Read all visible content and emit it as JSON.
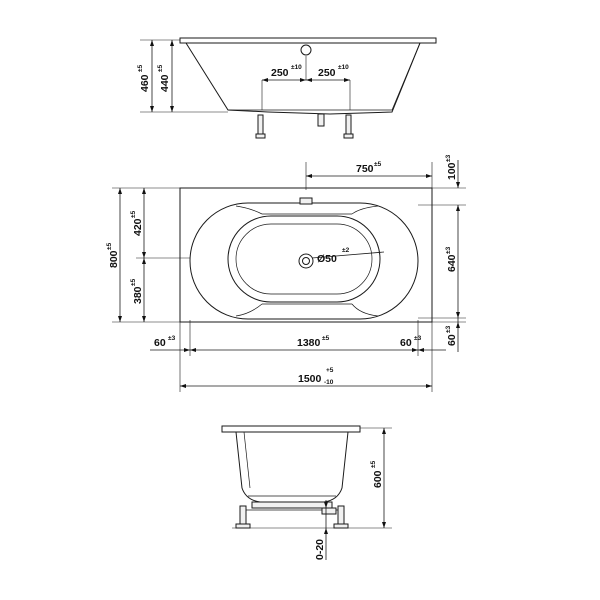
{
  "top_view": {
    "height_total": "460",
    "height_total_tol": "±5",
    "height_rim": "440",
    "height_rim_tol": "±5",
    "drain_offset_left": "250",
    "drain_offset_left_tol": "±10",
    "drain_offset_right": "250",
    "drain_offset_right_tol": "±10"
  },
  "plan_view": {
    "offset_center": "750",
    "offset_center_tol": "±5",
    "edge_top": "100",
    "edge_top_tol": "±3",
    "width_total": "800",
    "width_total_tol": "±5",
    "upper_half": "420",
    "upper_half_tol": "±5",
    "lower_half": "380",
    "lower_half_tol": "±5",
    "drain_diameter": "Ø50",
    "drain_diameter_tol": "±2",
    "inner_width": "640",
    "inner_width_tol": "±3",
    "edge_bottom": "60",
    "edge_bottom_tol": "±3",
    "edge_left": "60",
    "edge_left_tol": "±3",
    "inner_length": "1380",
    "inner_length_tol": "±5",
    "edge_right": "60",
    "edge_right_tol": "±3",
    "length_total": "1500",
    "length_total_tol_plus": "+5",
    "length_total_tol_minus": "-10"
  },
  "side_view": {
    "height": "600",
    "height_tol": "±5",
    "leg_adjust": "0-20"
  }
}
